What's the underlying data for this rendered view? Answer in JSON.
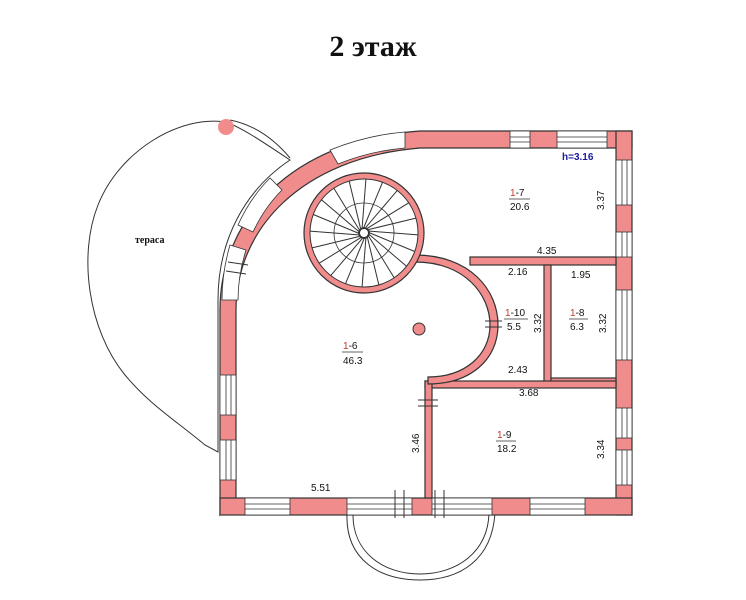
{
  "title": "2 этаж",
  "terrace_label": "тераса",
  "height_label": "h=3.16",
  "rooms": [
    {
      "id": "1-7",
      "prefix": "1",
      "suffix": "-7",
      "area": "20.6"
    },
    {
      "id": "1-6",
      "prefix": "1",
      "suffix": "-6",
      "area": "46.3"
    },
    {
      "id": "1-10",
      "prefix": "1",
      "suffix": "-10",
      "area": "5.5"
    },
    {
      "id": "1-8",
      "prefix": "1",
      "suffix": "-8",
      "area": "6.3"
    },
    {
      "id": "1-9",
      "prefix": "1",
      "suffix": "-9",
      "area": "18.2"
    }
  ],
  "dimensions": {
    "d_337": "3.37",
    "d_435": "4.35",
    "d_216": "2.16",
    "d_195": "1.95",
    "d_332a": "3.32",
    "d_332b": "3.32",
    "d_243": "2.43",
    "d_368": "3.68",
    "d_346": "3.46",
    "d_334": "3.34",
    "d_551": "5.51"
  },
  "colors": {
    "wall": "#f08c8c",
    "room_prefix": "#c0392b",
    "height_label": "#1a1a9a"
  }
}
